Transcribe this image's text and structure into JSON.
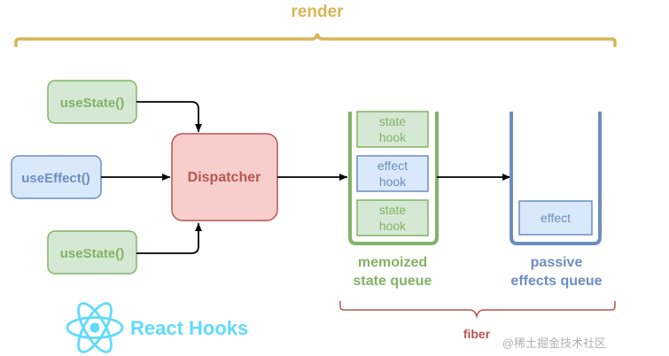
{
  "render_label": "render",
  "fiber_label": "fiber",
  "hooks": {
    "use_state_top": "useState()",
    "use_effect": "useEffect()",
    "use_state_bottom": "useState()"
  },
  "dispatcher_label": "Dispatcher",
  "state_queue": {
    "items": [
      {
        "line1": "state",
        "line2": "hook"
      },
      {
        "line1": "effect",
        "line2": "hook"
      },
      {
        "line1": "state",
        "line2": "hook"
      }
    ],
    "caption_line1": "memoized",
    "caption_line2": "state queue"
  },
  "effects_queue": {
    "item": "effect",
    "caption_line1": "passive",
    "caption_line2": "effects queue"
  },
  "logo_text": "React Hooks",
  "watermark": "@稀土掘金技术社区",
  "colors": {
    "render_gold": "#d6b656",
    "green_fill": "#d5e8d4",
    "green_stroke": "#82b366",
    "green_text": "#82b366",
    "blue_fill": "#dae8fc",
    "blue_stroke": "#6c8ebf",
    "blue_text": "#6c8ebf",
    "red_fill": "#f8cecc",
    "red_stroke": "#b85450",
    "fiber_red": "#b85450",
    "react_cyan": "#61dafb",
    "arrow": "#000000"
  }
}
